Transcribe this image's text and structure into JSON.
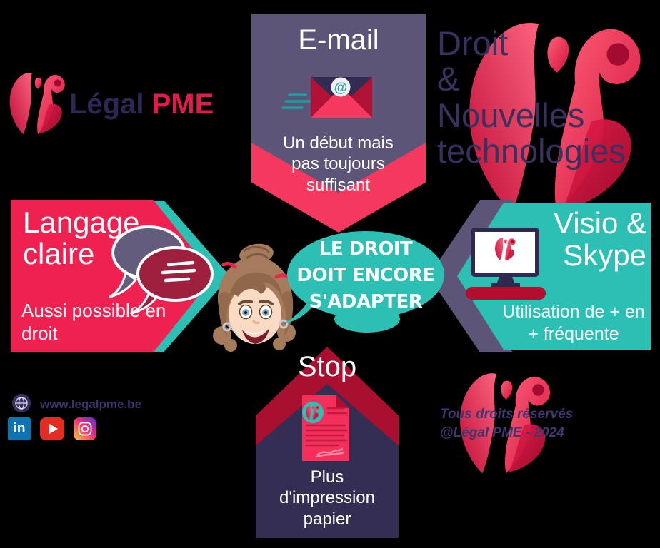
{
  "brand": {
    "name_dark": "Légal",
    "name_accent": "PME"
  },
  "masthead": {
    "lines": [
      "Droit",
      "&",
      "Nouvelles",
      "technologies"
    ]
  },
  "cards": {
    "email": {
      "title": "E-mail",
      "description": "Un début mais pas toujours suffisant"
    },
    "langage": {
      "title": "Langage claire",
      "description": "Aussi possible en droit"
    },
    "visio": {
      "title": "Visio & Skype",
      "description": "Utilisation de + en + fréquente"
    },
    "stop": {
      "title": "Stop",
      "description": "Plus d'impression papier"
    }
  },
  "center_bubble": {
    "lines": [
      "LE DROIT",
      "DOIT ENCORE",
      "S'ADAPTER"
    ]
  },
  "icons": {
    "at_symbol": "@"
  },
  "footer": {
    "website": "www.legalpme.be",
    "social": [
      {
        "name": "linkedin",
        "label": "in"
      },
      {
        "name": "youtube"
      },
      {
        "name": "instagram"
      }
    ],
    "copyright_lines": [
      "Tous droits réservés",
      "@Légal PME - 2024"
    ]
  },
  "colors": {
    "crimson": "#ee2150",
    "crimson_bright": "#f5395e",
    "crimson_dark": "#a90f2f",
    "purple": "#5c5578",
    "navy_card": "#332e52",
    "teal": "#2cc0b4",
    "ink": "#38325f",
    "linkedin_blue": "#0b74b2",
    "youtube_red": "#e32d23"
  }
}
